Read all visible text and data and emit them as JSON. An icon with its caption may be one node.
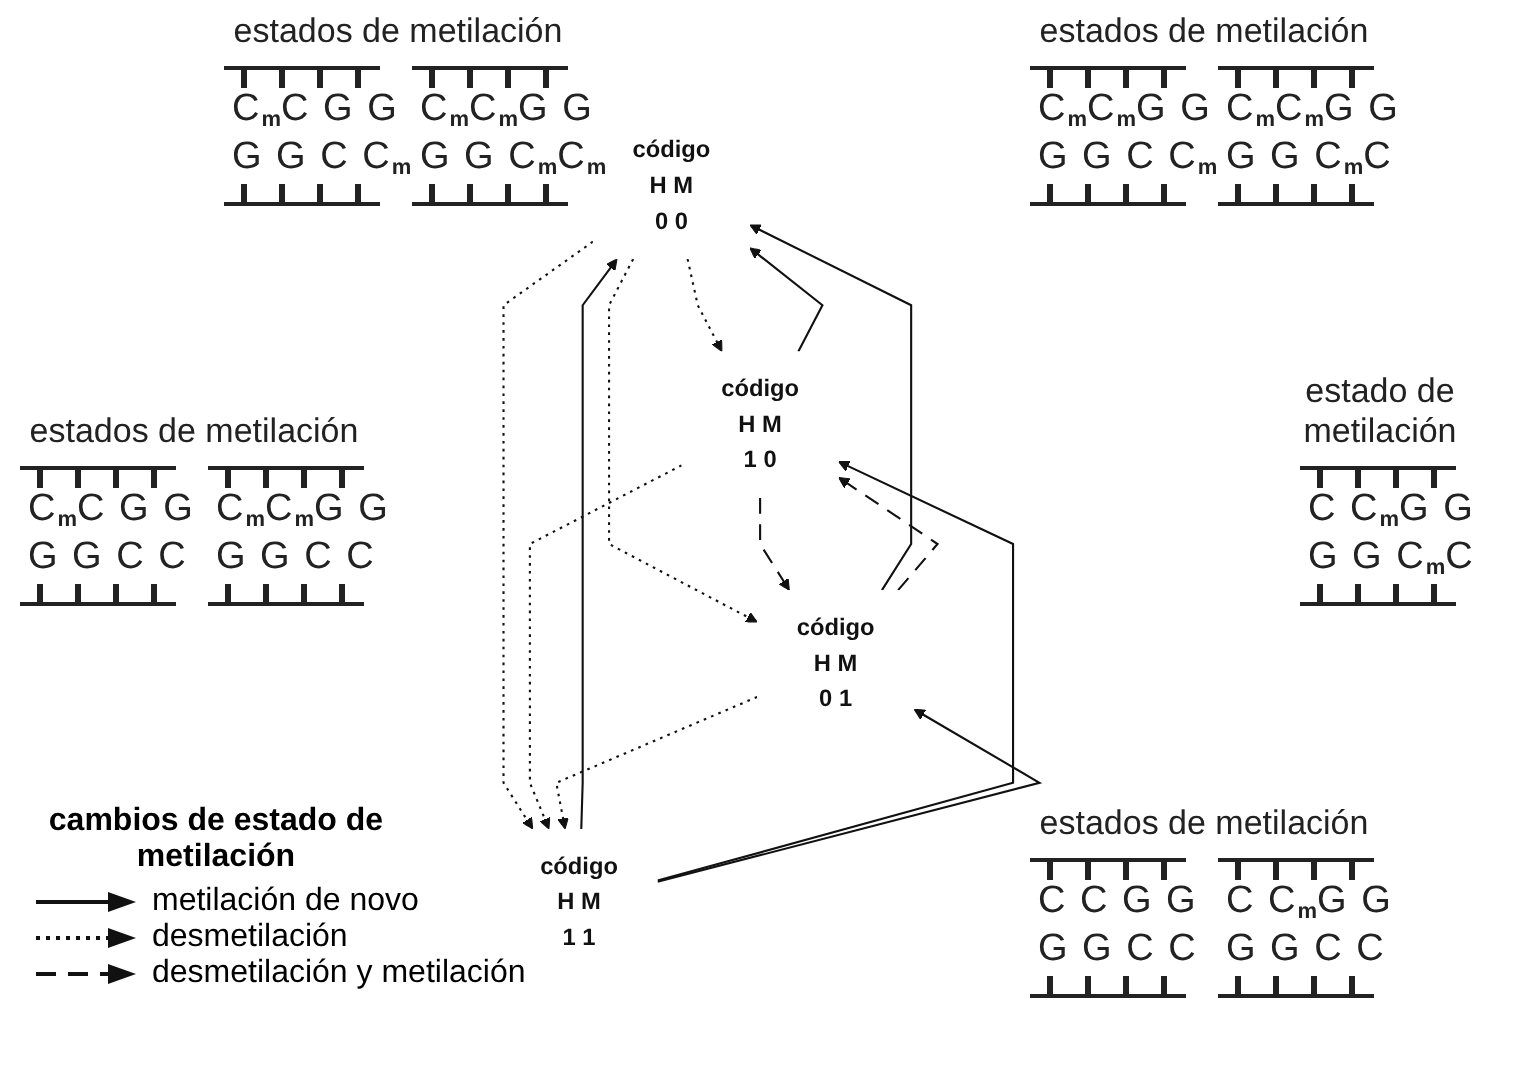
{
  "diagram": {
    "nodes": [
      {
        "text": [
          "código",
          "H M",
          "0 0"
        ],
        "beside": [
          "estados de metilación",
          "C$_{m}$C G G",
          "G G C C$_{m}$",
          "C$_{m}$C$_{m}$G G",
          "G G C$_{m}$C$_{m}$",
          "estados de metilación",
          "C$_{m}$C$_{m}$G G",
          "G G C C$_{m}$",
          "C$_{m}$C$_{m}$G G",
          "G G C$_{m}$C"
        ]
      },
      {
        "text": [
          "código",
          "H M",
          "1 0"
        ],
        "beside": [
          "estados de metilación",
          "C$_{m}$C G G",
          "G G C C",
          "C$_{m}$C$_{m}$G G",
          "G G C C"
        ]
      },
      {
        "text": [
          "código",
          "H M",
          "0 1"
        ],
        "beside": [
          "estado de metilación",
          "C C$_{m}$G G",
          "G G C$_{m}$C"
        ]
      },
      {
        "text": [
          "código",
          "H M",
          "1 1"
        ],
        "beside": [
          "estados de metilación",
          "C C G G",
          "G G C C",
          "C C$_{m}$G G",
          "G G C C"
        ]
      }
    ],
    "edges": [
      {
        "from": 1,
        "to": 0,
        "arrow": "to"
      },
      {
        "from": 0,
        "to": 1,
        "arrow": "to",
        "style": "dashed"
      },
      {
        "from": 0,
        "to": 2,
        "arrow": "to",
        "style": "dashed"
      },
      {
        "from": 2,
        "to": 0,
        "arrow": "to"
      },
      {
        "from": 3,
        "to": 0,
        "arrow": "to"
      },
      {
        "from": 0,
        "to": 3,
        "arrow": "to",
        "style": "dashed"
      },
      {
        "from": 1,
        "to": 2,
        "arrow": "to",
        "style": "dashed"
      },
      {
        "from": 2,
        "to": 1,
        "arrow": "to",
        "style": "dashed"
      },
      {
        "from": 1,
        "to": 3,
        "arrow": "to",
        "style": "dashed"
      },
      {
        "from": 3,
        "to": 1,
        "arrow": "to"
      },
      {
        "from": 3,
        "to": 2,
        "arrow": "to"
      },
      {
        "from": 2,
        "to": 3,
        "arrow": "to",
        "style": "dashed"
      }
    ],
    "labels": [
      "cambios de estado de metilación"
    ],
    "legend": [
      {
        "text": "metilación de novo"
      },
      {
        "text": "desmetilación"
      },
      {
        "text": "desmetilación y metilación"
      }
    ]
  }
}
